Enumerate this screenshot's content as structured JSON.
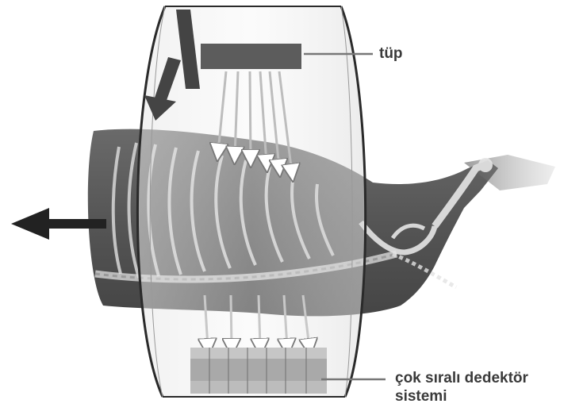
{
  "labels": {
    "tube": "tüp",
    "detector_line1": "çok sıralı dedektör",
    "detector_line2": "sistemi"
  }
}
